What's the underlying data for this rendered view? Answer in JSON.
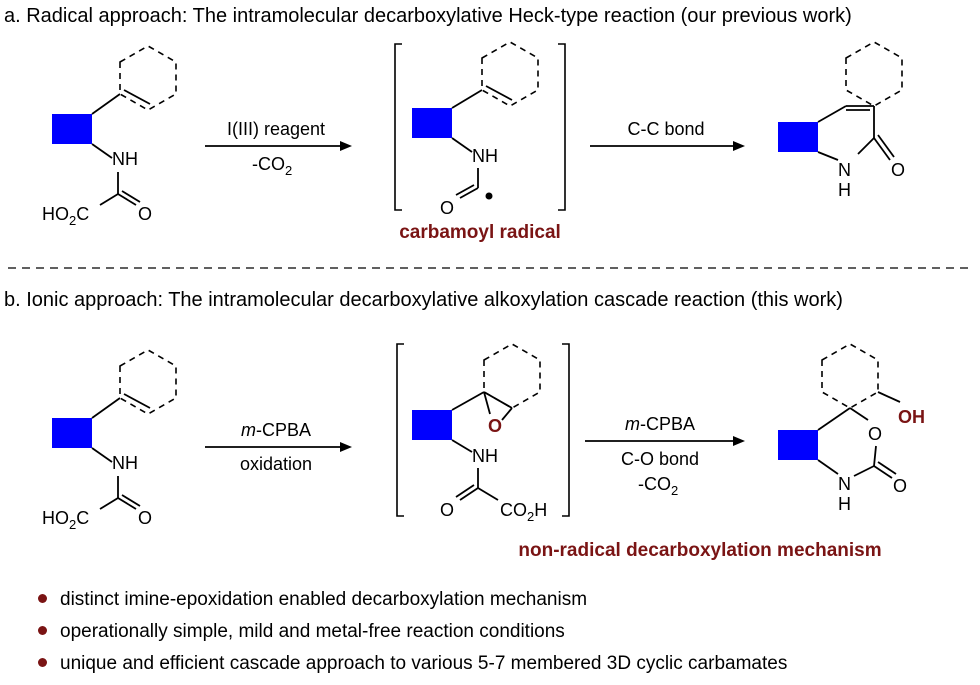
{
  "section_a": {
    "title": "a. Radical approach: The intramolecular decarboxylative Heck-type reaction (our previous work)",
    "reagent_top": "I(III) reagent",
    "reagent_bottom": "-CO",
    "reagent_bottom_sub": "2",
    "step2_top": "C-C bond",
    "intermediate_label": "carbamoyl radical"
  },
  "section_b": {
    "title": "b. Ionic approach: The intramolecular decarboxylative alkoxylation cascade reaction (this work)",
    "reagent1_italic": "m",
    "reagent1_rest": "-CPBA",
    "reagent1_bottom": "oxidation",
    "reagent2_italic": "m",
    "reagent2_rest": "-CPBA",
    "reagent2_mid": "C-O bond",
    "reagent2_bottom": "-CO",
    "reagent2_bottom_sub": "2",
    "mechanism_label": "non-radical decarboxylation mechanism"
  },
  "atoms": {
    "nh": "NH",
    "n": "N",
    "h": "H",
    "o": "O",
    "oh": "OH",
    "ho2c_pre": "HO",
    "ho2c_sub": "2",
    "ho2c_post": "C",
    "co2h_pre": "CO",
    "co2h_sub": "2",
    "co2h_post": "H"
  },
  "bullets": [
    "distinct imine-epoxidation enabled decarboxylation mechanism",
    "operationally simple, mild and metal-free reaction conditions",
    "unique and efficient cascade approach to various 5-7 membered 3D cyclic carbamates"
  ],
  "colors": {
    "blue_block": "#0000ff",
    "accent": "#7a1414"
  }
}
